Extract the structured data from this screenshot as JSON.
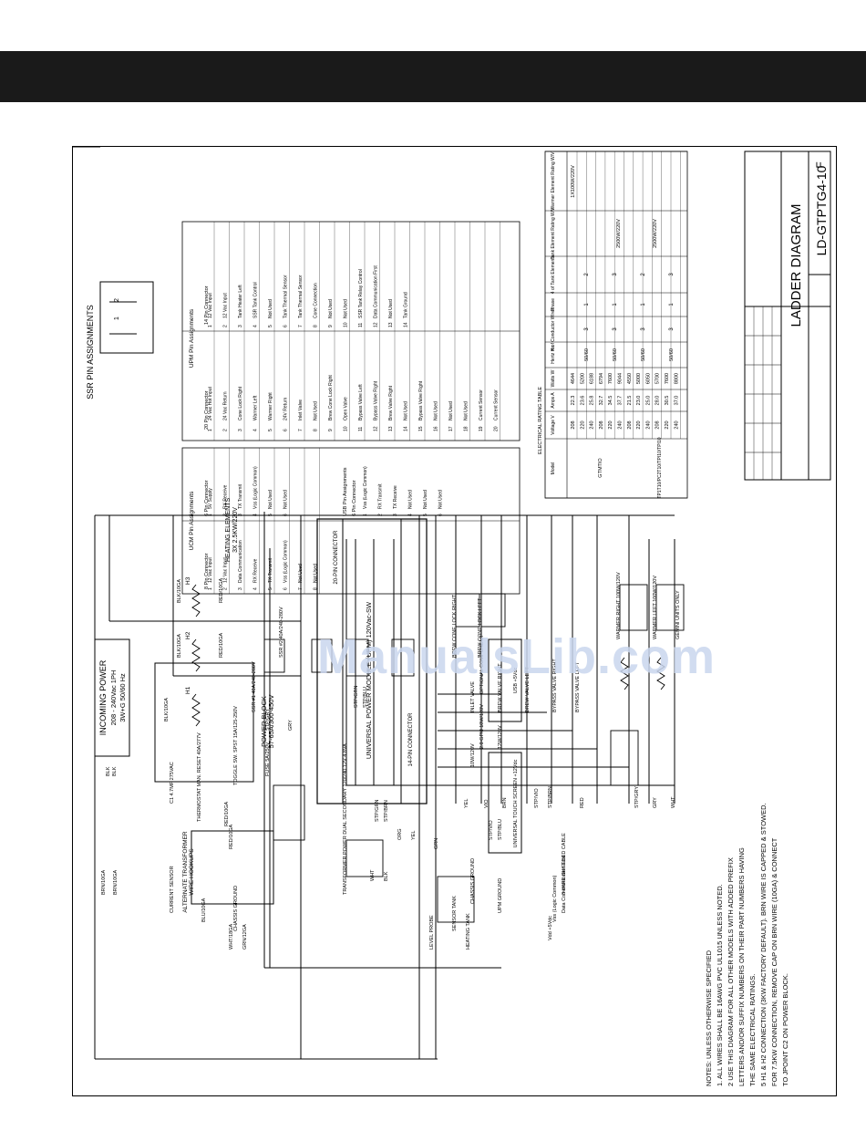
{
  "watermark": "ManualsLib.com",
  "title_block": {
    "title": "LADDER DIAGRAM",
    "part_number": "LD-GTPTG4-10",
    "revision": "F"
  },
  "incoming_power": [
    "INCOMING POWER",
    "208 - 240Vac 1PH",
    "3W+G 50/60 Hz"
  ],
  "power_block": [
    "POWER BLOCK",
    "57-65A/300-450V"
  ],
  "notes": [
    "NOTES: UNLESS OTHERWISE SPECIFIED",
    "1. ALL WIRES SHALL BE 16AWG PVC UL1015 UNLESS NOTED.",
    "2 USE THIS DIAGRAM FOR ALL OTHER MODELS WITH ADDED PREFIX",
    "LETTERS AND/OR SUFFIX NUMBERS ON THEIR PART NUMBERS HAVING",
    "THE SAME ELECTRICAL RATINGS.",
    "5 H1 & H2 CONNECTION (3KW FACTORY DEFAULT). BRN WIRE IS CAPPED & STOWED.",
    "FOR 7.5KW CONNECTION, REMOVE CAP ON BRN WIRE (10GA) & CONNECT",
    "TO JPOINT C2 ON POWER BLOCK."
  ],
  "ssr_pin_title": "SSR PIN ASSIGNMENTS",
  "upm_label": "UNIVERSAL POWER MODULE (UPM) 120Vac-SW",
  "conn20": "20-PIN CONNECTOR",
  "conn14": "14-PIN CONNECTOR",
  "touch_label": "UNIVERSAL TOUCH SCREEN +12Vdc",
  "usb_label": "USB +5Vdc",
  "alt_transformer": [
    "ALTERNATE TRANSFORMER",
    "WIRE HOOKUPS"
  ],
  "heating_elements": [
    "HEATING ELEMENTS",
    "3X 2.5KW/220V"
  ],
  "heater_labels": [
    "H1",
    "H2",
    "H3"
  ],
  "upm_table": {
    "title": "UPM Pin Assignments",
    "headers": [
      "20 Pin Connector",
      "14 Pin Connector"
    ],
    "rows20": [
      "24 Vac Hot Input",
      "24 Vac Return",
      "Cone Lock Right",
      "Warmer Left",
      "Warmer Right",
      "24V Return",
      "Inlet Valve",
      "Not Used",
      "Brew Cone Lock Right",
      "Open Valve",
      "Bypass Valve Left",
      "Bypass Valve Right",
      "Brew Valve Right",
      "Not Used",
      "Bypass Valve Right",
      "Not Used",
      "Not Used",
      "Not Used",
      "Current Sensor",
      "Current Sensor"
    ],
    "rows14": [
      "12 Vac Input",
      "12 Vac Input",
      "Tank Heater Left",
      "SSR Tank Control",
      "Not Used",
      "Tank Thermal Sensor",
      "Tank Thermal Sensor",
      "Cone Connection",
      "Not Used",
      "Not Used",
      "SSR Tank Relay Control",
      "Data Communication First",
      "Not Used",
      "Tank Ground"
    ]
  },
  "ucm_table": {
    "title": "UCM Pin Assignments",
    "headers": [
      "8 Pin Connector",
      "6 Pin Connector"
    ],
    "rows8": [
      "12 Vac Input",
      "12 Vac Input",
      "Data Communication",
      "RX Receive",
      "TX Transmit",
      "Vss (Logic Common)",
      "Not Used",
      "Not Used"
    ],
    "rows6": [
      "5V Supply",
      "RX Receive",
      "TX Transmit",
      "Vss (Logic Common)",
      "Not Used",
      "Not Used"
    ]
  },
  "usb_table": {
    "title": "USB Pin Assignments",
    "headers": [
      "6 Pin Connector"
    ],
    "rows": [
      "Vss (Logic Common)",
      "RX Transmit",
      "TX Receive",
      "Not Used",
      "Not Used",
      "Not Used"
    ]
  },
  "rating_table": {
    "title": "ELECTRICAL RATING TABLE",
    "headers": [
      "Model",
      "Voltage V",
      "Amps A",
      "Watts W",
      "Hertz Hz",
      "# of Conductor Wires",
      "Phase",
      "4 of Tank Elements",
      "Tank Element Rating W/V",
      "Warmer Element Rating W/V"
    ],
    "models": [
      "GTMTIO",
      "TP1T10/PC2T10/TPI10/TPI10"
    ],
    "voltage": [
      "208",
      "220",
      "240",
      "208",
      "220",
      "240",
      "208",
      "220",
      "240",
      "208",
      "220",
      "240"
    ],
    "amps": [
      "22.3",
      "23.6",
      "25.8",
      "32.7",
      "34.5",
      "37.7",
      "21.5",
      "23.0",
      "25.0",
      "28.0",
      "30.5",
      "37.0"
    ],
    "watts": [
      "4644",
      "5200",
      "6188",
      "6794",
      "7600",
      "9044",
      "4550",
      "5000",
      "6050",
      "5700",
      "7600",
      "8800"
    ],
    "hertz": [
      "50/60",
      "50/60",
      "50/60",
      "50/60"
    ],
    "wires": [
      "3",
      "3",
      "3",
      "3"
    ],
    "phase": [
      "1",
      "1",
      "1",
      "1"
    ],
    "elements": [
      "2",
      "3",
      "2",
      "3"
    ],
    "tank_rating": "2500W/220V",
    "warmer_rating": "1X100W/220V"
  },
  "wire_labels": [
    "BLK",
    "BLK",
    "BRN/10GA",
    "BRN/10GA",
    "BLU/10GA",
    "RED/10GA",
    "BLK/10GA",
    "WHT/18GA",
    "RED/10GA",
    "GRN/12GA",
    "BLK/10GA",
    "RED/10GA",
    "BLK/10GA",
    "RED/10GA",
    "STP/GRY",
    "GRY",
    "STP/GRN",
    "STP/BRN",
    "ORG",
    "YEL",
    "GRN",
    "STP/VIO",
    "STP/BLU",
    "WHT",
    "BLK",
    "STP/GRN",
    "STP/BLU",
    "YEL",
    "VIO",
    "BRN",
    "STP/VIO",
    "STP/BRN",
    "RED",
    "STP/GRY",
    "GRY",
    "WHT"
  ],
  "component_labels": [
    "CURRENT SENSOR",
    "THERMOSTAT MAN. RESET 40A/277V",
    "TOGGLE SW. SPST 15A/125-250V",
    "FUSE 5A/250V",
    "SSR #1 40A/240-280V",
    "SSR #2 40A/240-280V",
    "TRANSFORMER POWER DUAL SECONDARY 120/240 12V 4.8VA",
    "LEVEL PROBE",
    "SENSOR TANK",
    "HEATING TANK",
    "CHASSIS GROUND",
    "UPM GROUND",
    "3-WIRE SHIELDED CABLE",
    "Data Communication First",
    "Vss (Logic Common)",
    "Vdd +5Vdc",
    "BREW CONE LOCK RIGHT",
    "BREW CONE LOCK LEFT",
    "OPTIONAL COMPONENT",
    "INLET VALVE",
    "BREW VALVE RIGHT",
    "BREW VALVE LEFT",
    "BYPASS VALVE RIGHT",
    "BYPASS VALVE LEFT",
    "WARMER RIGHT 100W/120V",
    "WARMER LEFT 100W/120V",
    "GEMINI UNITS ONLY",
    "2.0 GPM 10W/120V",
    "12W/120V",
    "C1 4.7MF 275VAC",
    "CHASSIS GROUND",
    "10W/120V"
  ]
}
